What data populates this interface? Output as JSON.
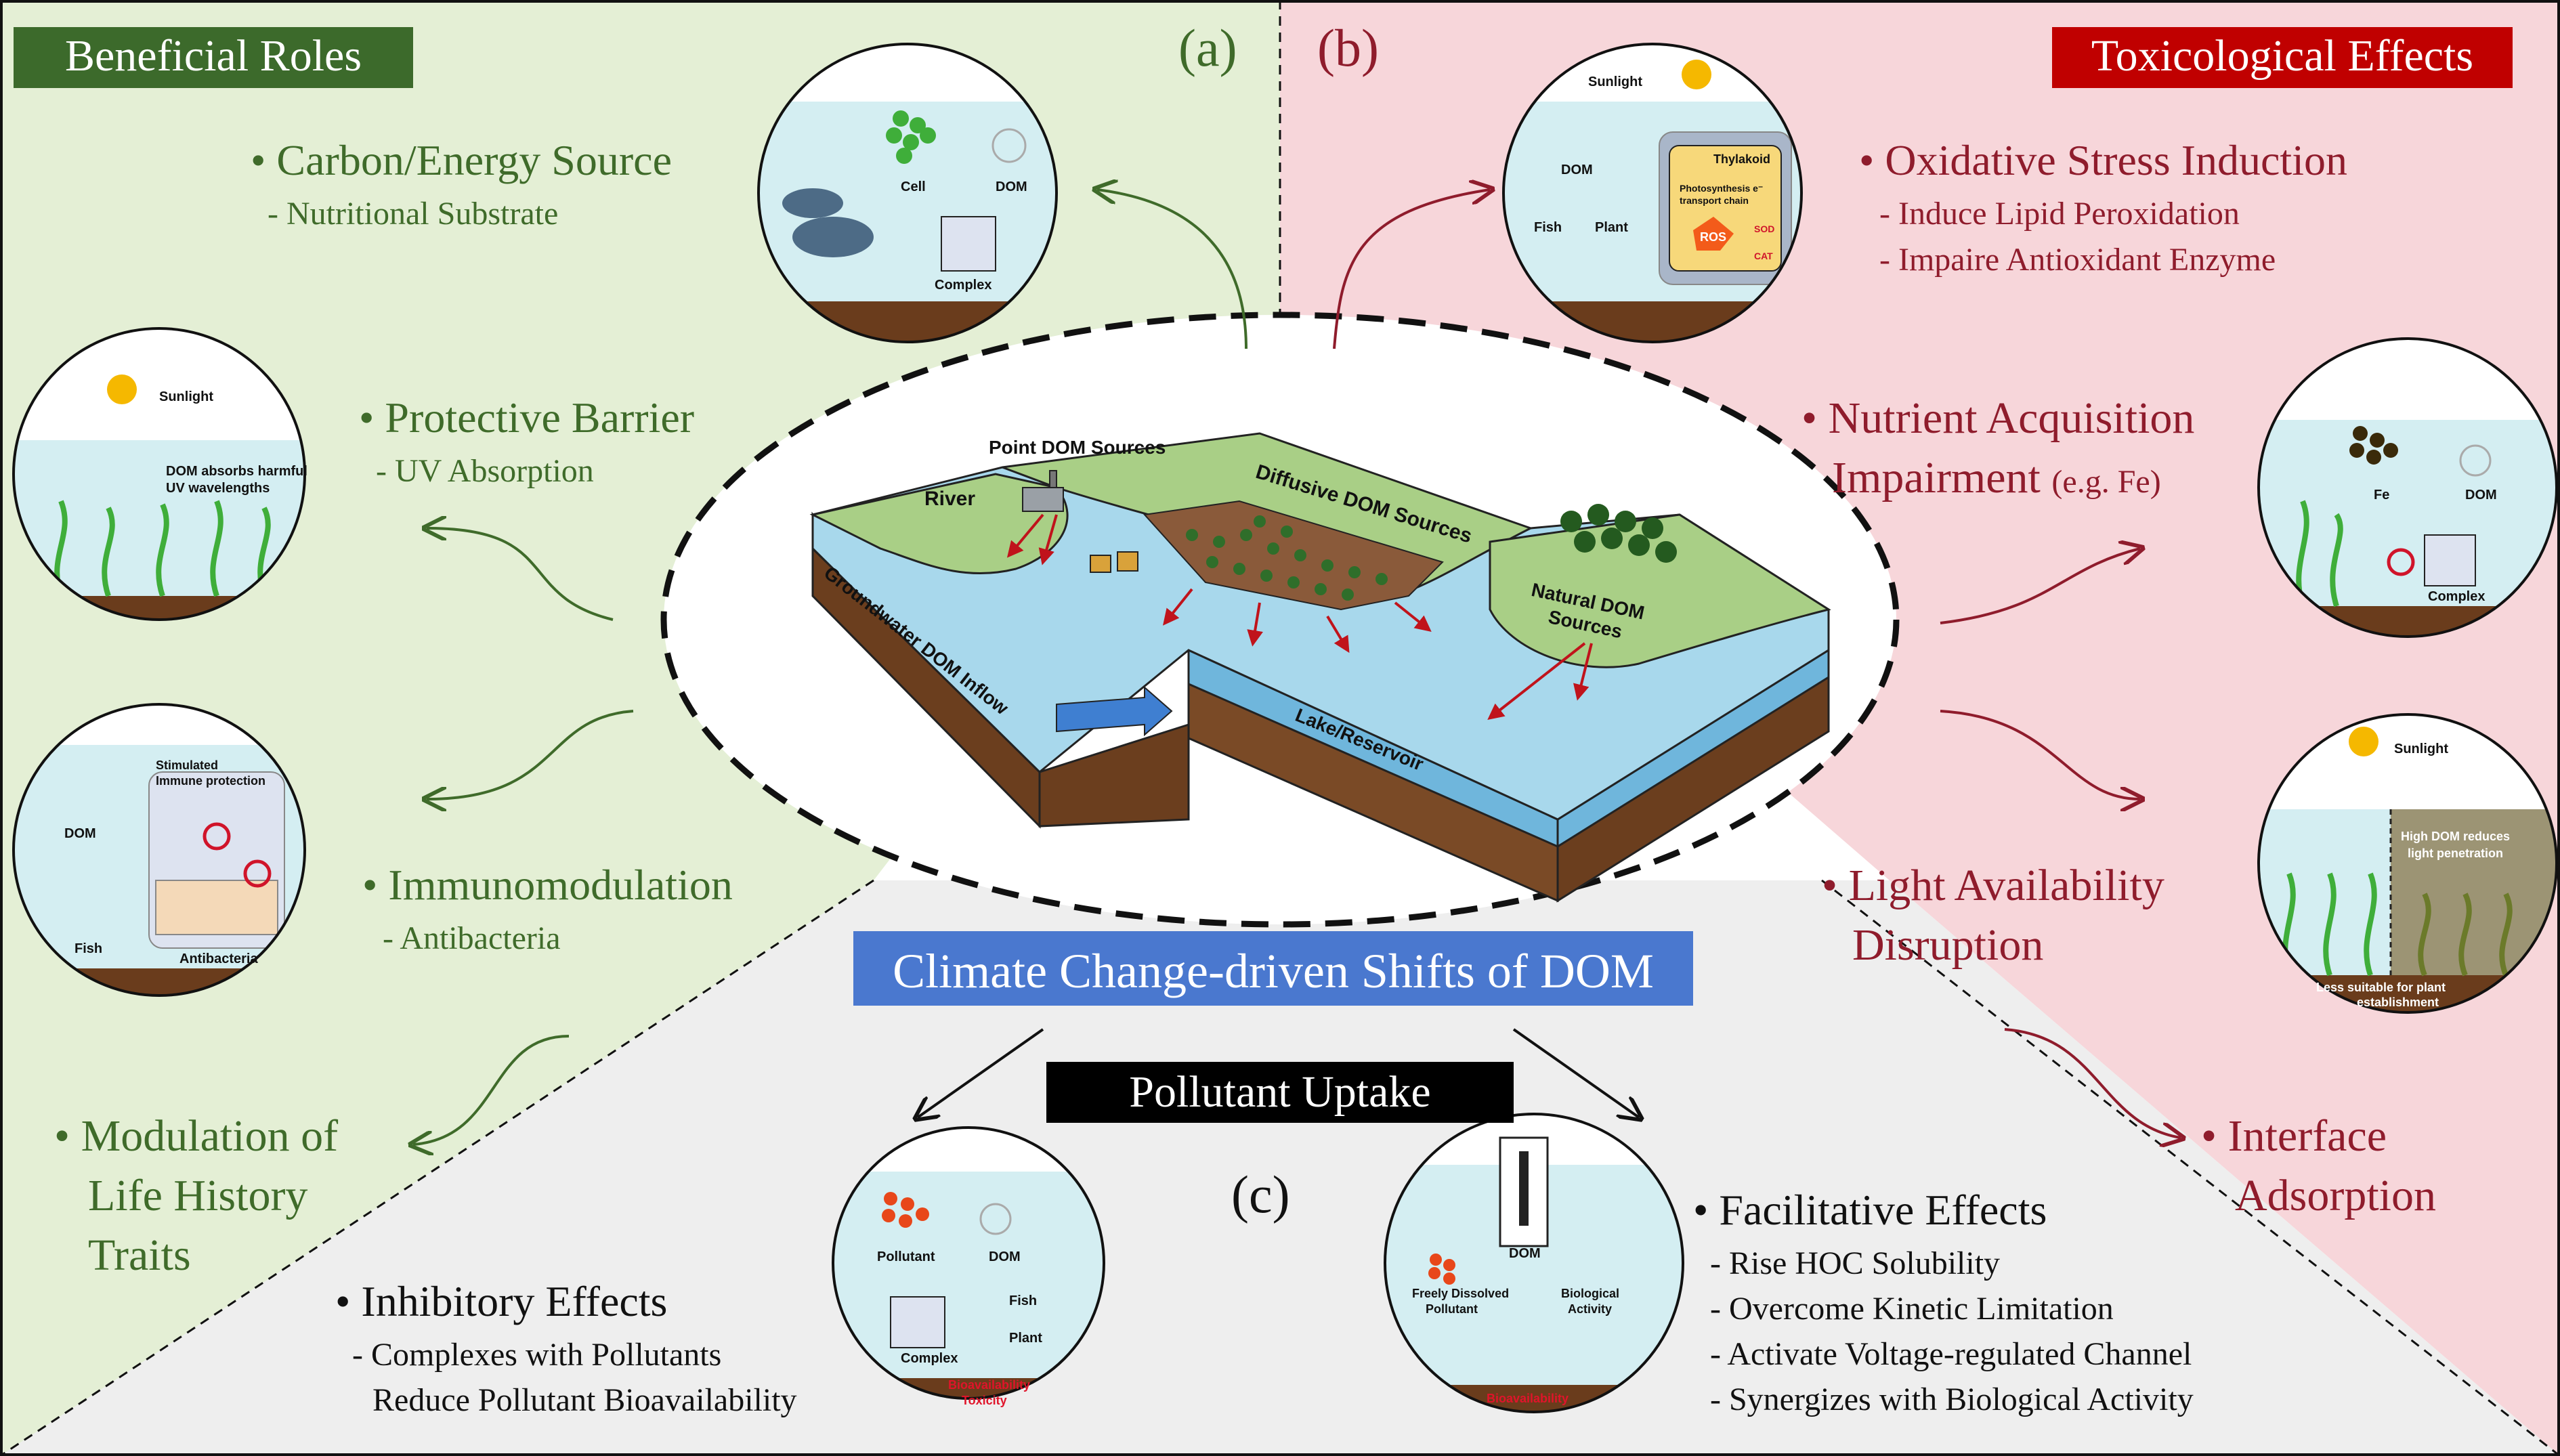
{
  "beneficial": {
    "banner": "Beneficial Roles",
    "letter": "(a)",
    "carbon_title": "• Carbon/Energy Source",
    "carbon_sub": "- Nutritional Substrate",
    "protective_title": "• Protective Barrier",
    "protective_sub": "- UV Absorption",
    "immuno_title": "• Immunomodulation",
    "immuno_sub": "- Antibacteria",
    "lifehist_line1": "• Modulation of",
    "lifehist_line2": "Life History",
    "lifehist_line3": "Traits",
    "circle_carbon": {
      "cell": "Cell",
      "dom": "DOM",
      "complex": "Complex"
    },
    "circle_uv": {
      "sunlight": "Sunlight",
      "note1": "DOM absorbs harmful",
      "note2": "UV wavelengths"
    },
    "circle_immune": {
      "note1": "Stimulated",
      "note2": "Immune protection",
      "dom": "DOM",
      "fish": "Fish",
      "antibacteria": "Antibacteria"
    }
  },
  "toxic": {
    "banner": "Toxicological Effects",
    "letter": "(b)",
    "oxidative_title": "• Oxidative Stress Induction",
    "oxidative_sub1": "- Induce Lipid Peroxidation",
    "oxidative_sub2": "- Impaire Antioxidant Enzyme",
    "nutrient_line1": "• Nutrient Acquisition",
    "nutrient_line2": "Impairment",
    "nutrient_eg": "(e.g. Fe)",
    "light_line1": "• Light Availability",
    "light_line2": "Disruption",
    "interface_line1": "• Interface",
    "interface_line2": "Adsorption",
    "circle_ros": {
      "sunlight": "Sunlight",
      "dom": "DOM",
      "fish": "Fish",
      "plant": "Plant",
      "thylakoid": "Thylakoid",
      "chain1": "Photosynthesis e⁻",
      "chain2": "transport chain",
      "ros": "ROS",
      "sod": "SOD",
      "cat": "CAT"
    },
    "circle_fe": {
      "fe": "Fe",
      "dom": "DOM",
      "complex": "Complex"
    },
    "circle_light": {
      "sunlight": "Sunlight",
      "note1": "High DOM reduces",
      "note2": "light penetration",
      "foot1": "Less suitable for plant",
      "foot2": "establishment"
    }
  },
  "center": {
    "point_sources": "Point DOM Sources",
    "river": "River",
    "diffusive": "Diffusive DOM Sources",
    "natural1": "Natural DOM",
    "natural2": "Sources",
    "groundwater": "Groundwater DOM Inflow",
    "lake": "Lake/Reservoir",
    "climate_banner": "Climate Change-driven Shifts of DOM"
  },
  "pollutant": {
    "banner": "Pollutant Uptake",
    "letter": "(c)",
    "inhibitory_title": "• Inhibitory Effects",
    "inhibitory_sub1": "- Complexes with Pollutants",
    "inhibitory_sub2": "Reduce Pollutant Bioavailability",
    "facilitative_title": "• Facilitative Effects",
    "fac_sub1": "- Rise HOC Solubility",
    "fac_sub2": "- Overcome Kinetic Limitation",
    "fac_sub3": "- Activate Voltage-regulated Channel",
    "fac_sub4": "- Synergizes with Biological Activity",
    "circle_inhib": {
      "pollutant": "Pollutant",
      "dom": "DOM",
      "complex": "Complex",
      "fish": "Fish",
      "plant": "Plant",
      "bio1": "Bioavailability",
      "bio2": "Toxicity"
    },
    "circle_fac": {
      "dom": "DOM",
      "free1": "Freely Dissolved",
      "free2": "Pollutant",
      "bio1": "Biological",
      "bio2": "Activity",
      "bioav": "Bioavailability"
    }
  },
  "colors": {
    "green_bg": "#e4efd5",
    "pink_bg": "#f7d6da",
    "gray_bg": "#eeeeee",
    "green_text": "#3f6b2a",
    "red_text": "#8f1c2c",
    "green_banner": "#3c6a2b",
    "red_banner": "#c00000",
    "blue_banner": "#4a78cf"
  }
}
